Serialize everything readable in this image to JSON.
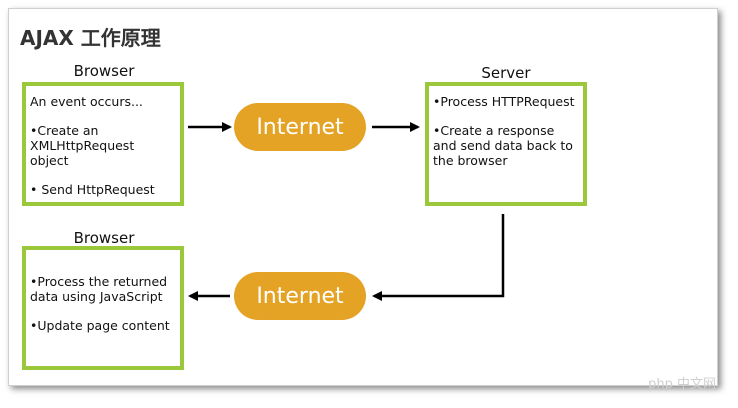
{
  "title": "AJAX 工作原理",
  "browser_top": {
    "caption": "Browser",
    "lines": [
      "An event occurs...",
      "•Create an XMLHttpRequest object",
      "• Send HttpRequest"
    ]
  },
  "server": {
    "caption": "Server",
    "lines": [
      "•Process HTTPRequest",
      "•Create a response and send data back to the browser"
    ]
  },
  "browser_bottom": {
    "caption": "Browser",
    "lines": [
      "•Process the returned data using JavaScript",
      "•Update page content"
    ]
  },
  "internet_top": "Internet",
  "internet_bottom": "Internet",
  "colors": {
    "box_border": "#9ac83a",
    "pill_fill": "#e5a326",
    "arrow": "#000000"
  },
  "watermark": "php 中文网"
}
